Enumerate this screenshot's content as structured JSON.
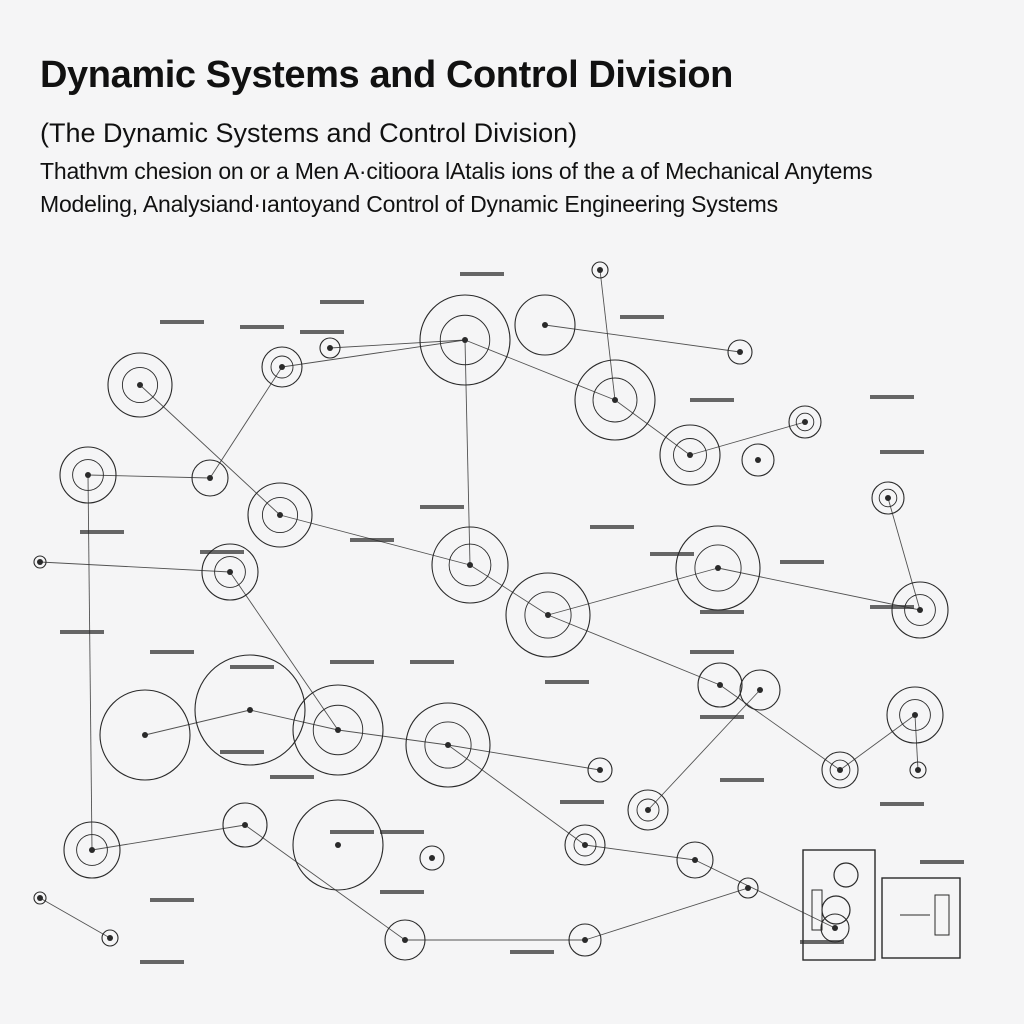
{
  "header": {
    "title": "Dynamic Systems and Control Division",
    "subtitle": "(The Dynamic Systems and  Control Division)",
    "description_line_1": "Thathvm chesion on or a Men A·citioora lAtalis ions of the a of Mechanical Anytems",
    "description_line_2": "Modeling, Analysiand·ıantoyand Control  of Dynamic Engineering Systems"
  },
  "diagram": {
    "line_color": "#2a2a2a",
    "background_color": "#f5f5f6"
  }
}
